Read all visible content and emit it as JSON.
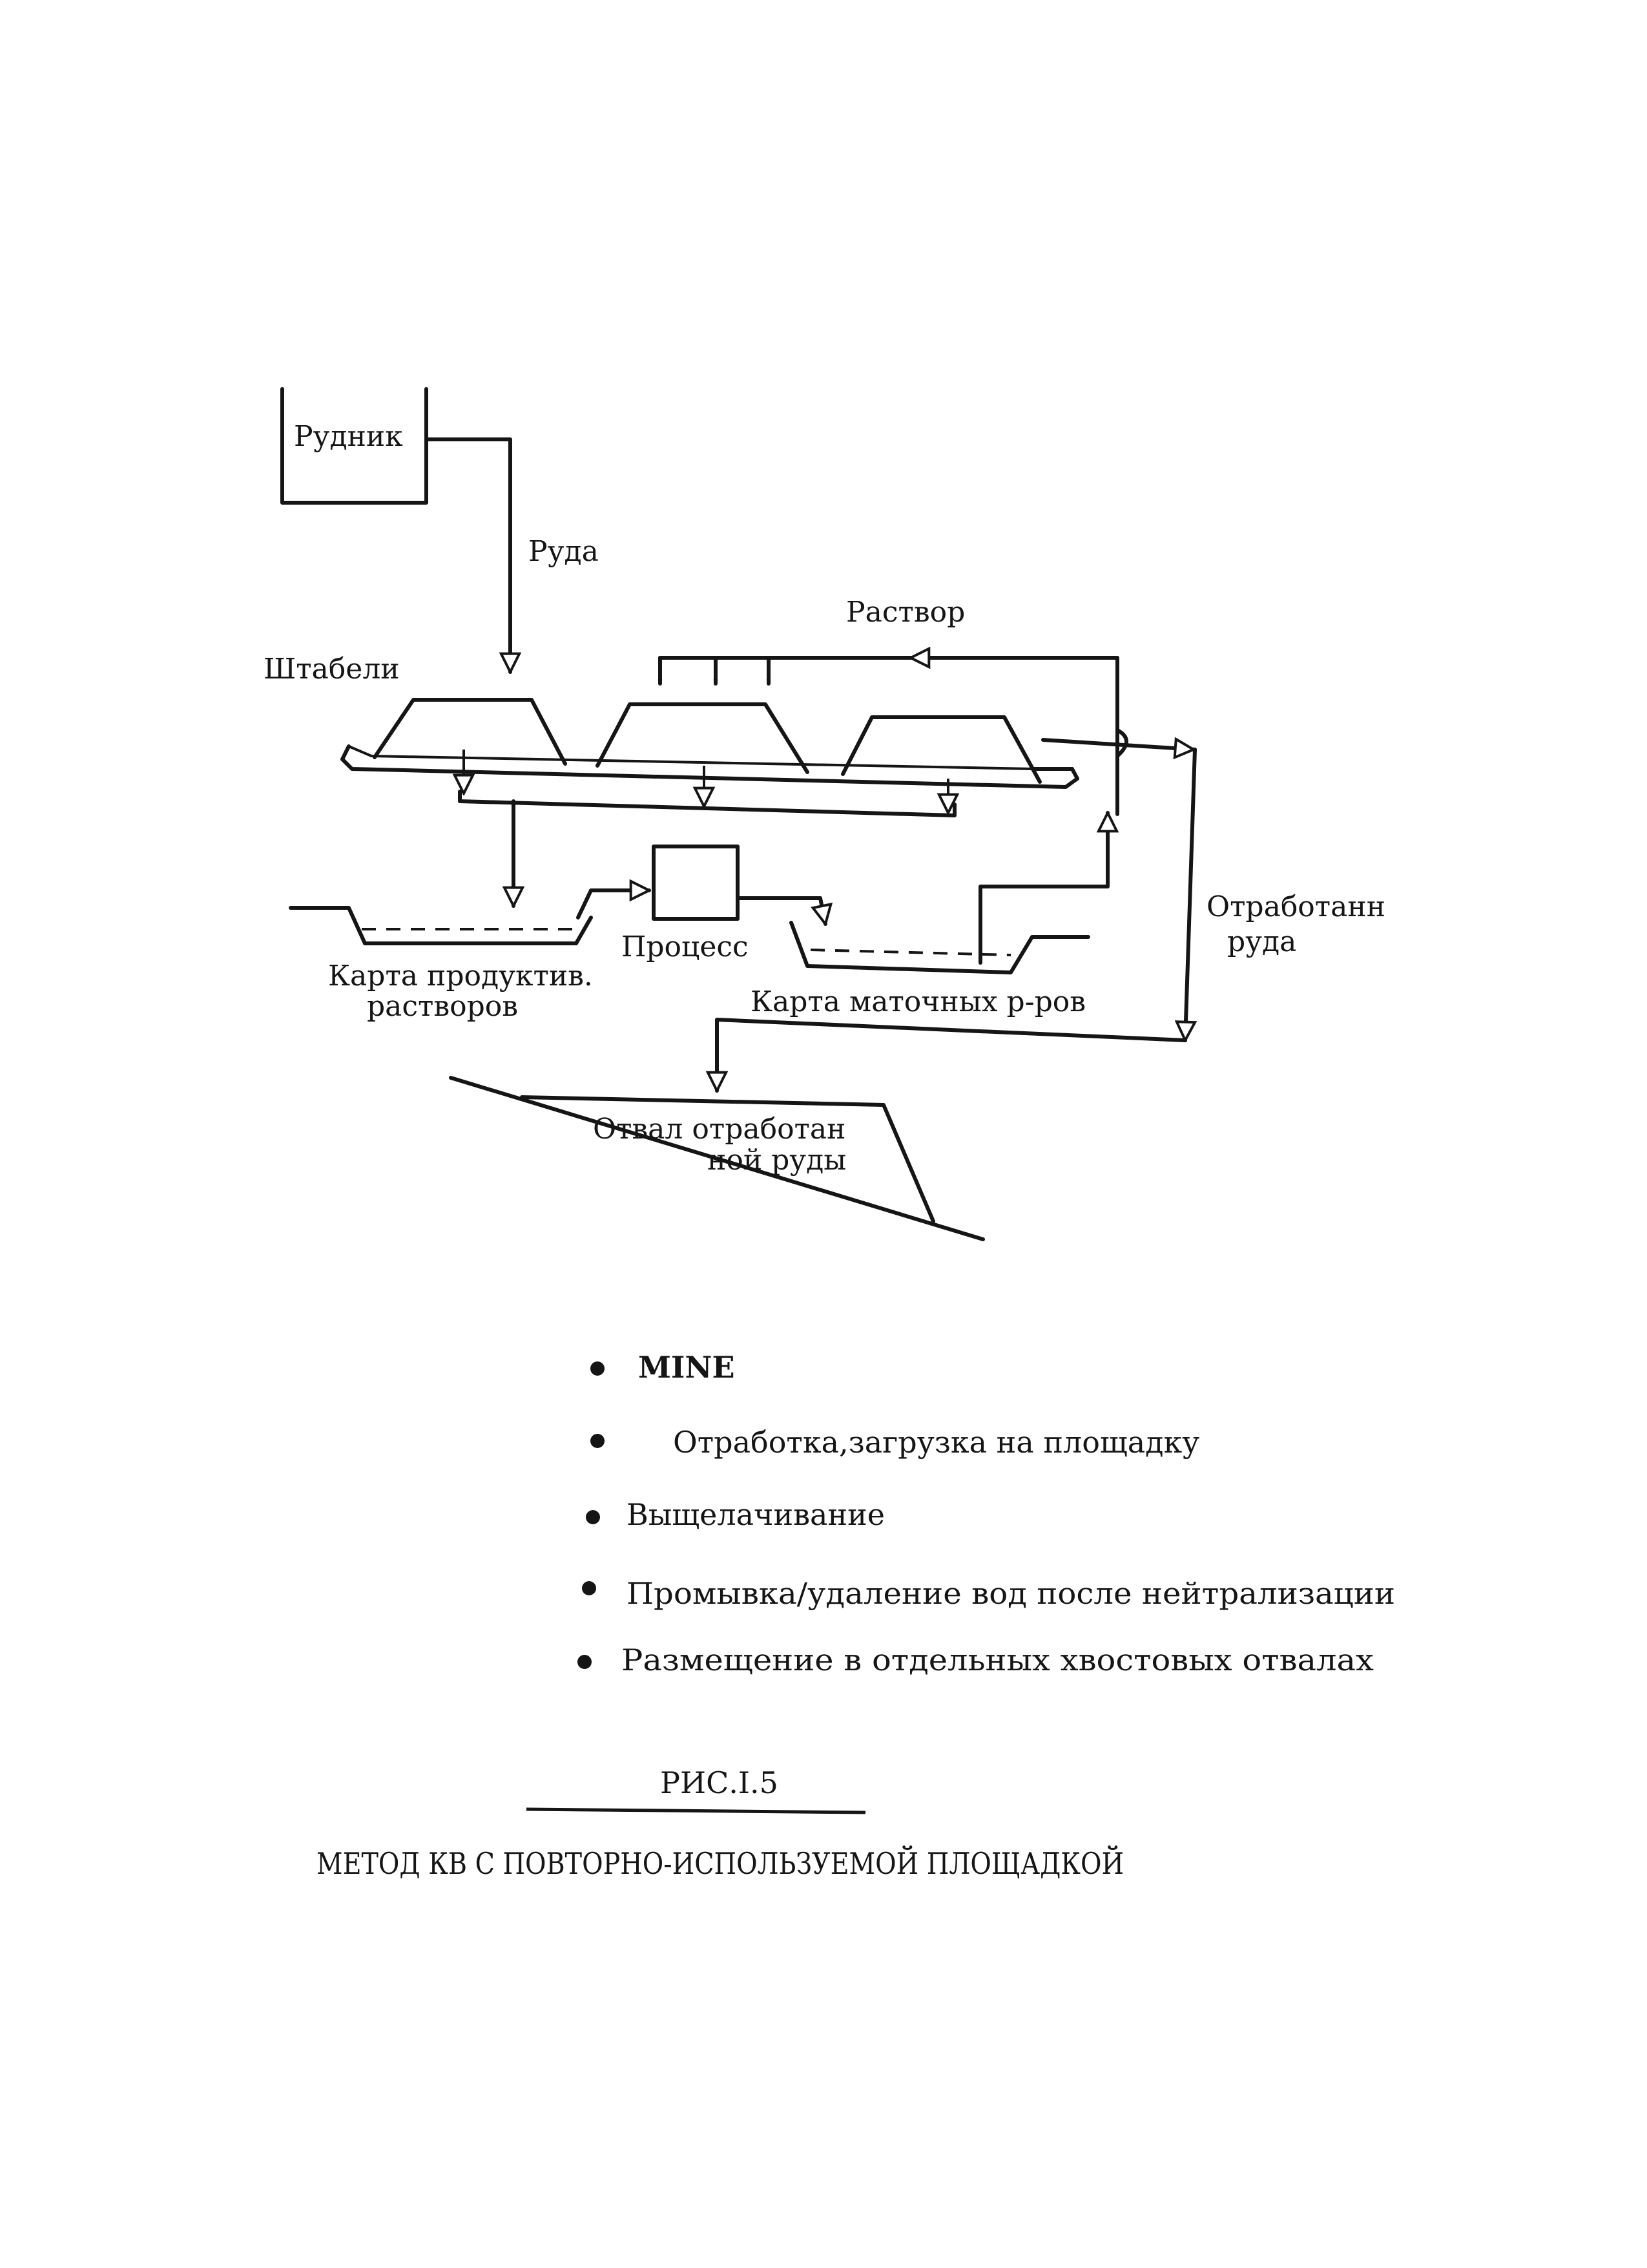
{
  "diagram": {
    "mine_label": "Рудник",
    "ore_label": "Руда",
    "solution_label": "Раствор",
    "heaps_label": "Штабели",
    "spent_ore_label_line1": "Отработанн",
    "spent_ore_label_line2": "руда",
    "process_label": "Процесс",
    "pregnant_pond_label_line1": "Карта продуктив.",
    "pregnant_pond_label_line2": "растворов",
    "barren_pond_label": "Карта маточных р-ров",
    "spent_dump_label_line1": "Отвал отработан",
    "spent_dump_label_line2": "ной руды"
  },
  "steps": [
    "MINE",
    "Отработка,загрузка на площадку",
    "Выщелачивание",
    "Промывка/удаление вод после нейтрализации",
    "Размещение в отдельных хвостовых отвалах"
  ],
  "figure": {
    "number": "РИС.I.5",
    "caption": "МЕТОД КВ С ПОВТОРНО-ИСПОЛЬЗУЕМОЙ ПЛОЩАДКОЙ"
  }
}
